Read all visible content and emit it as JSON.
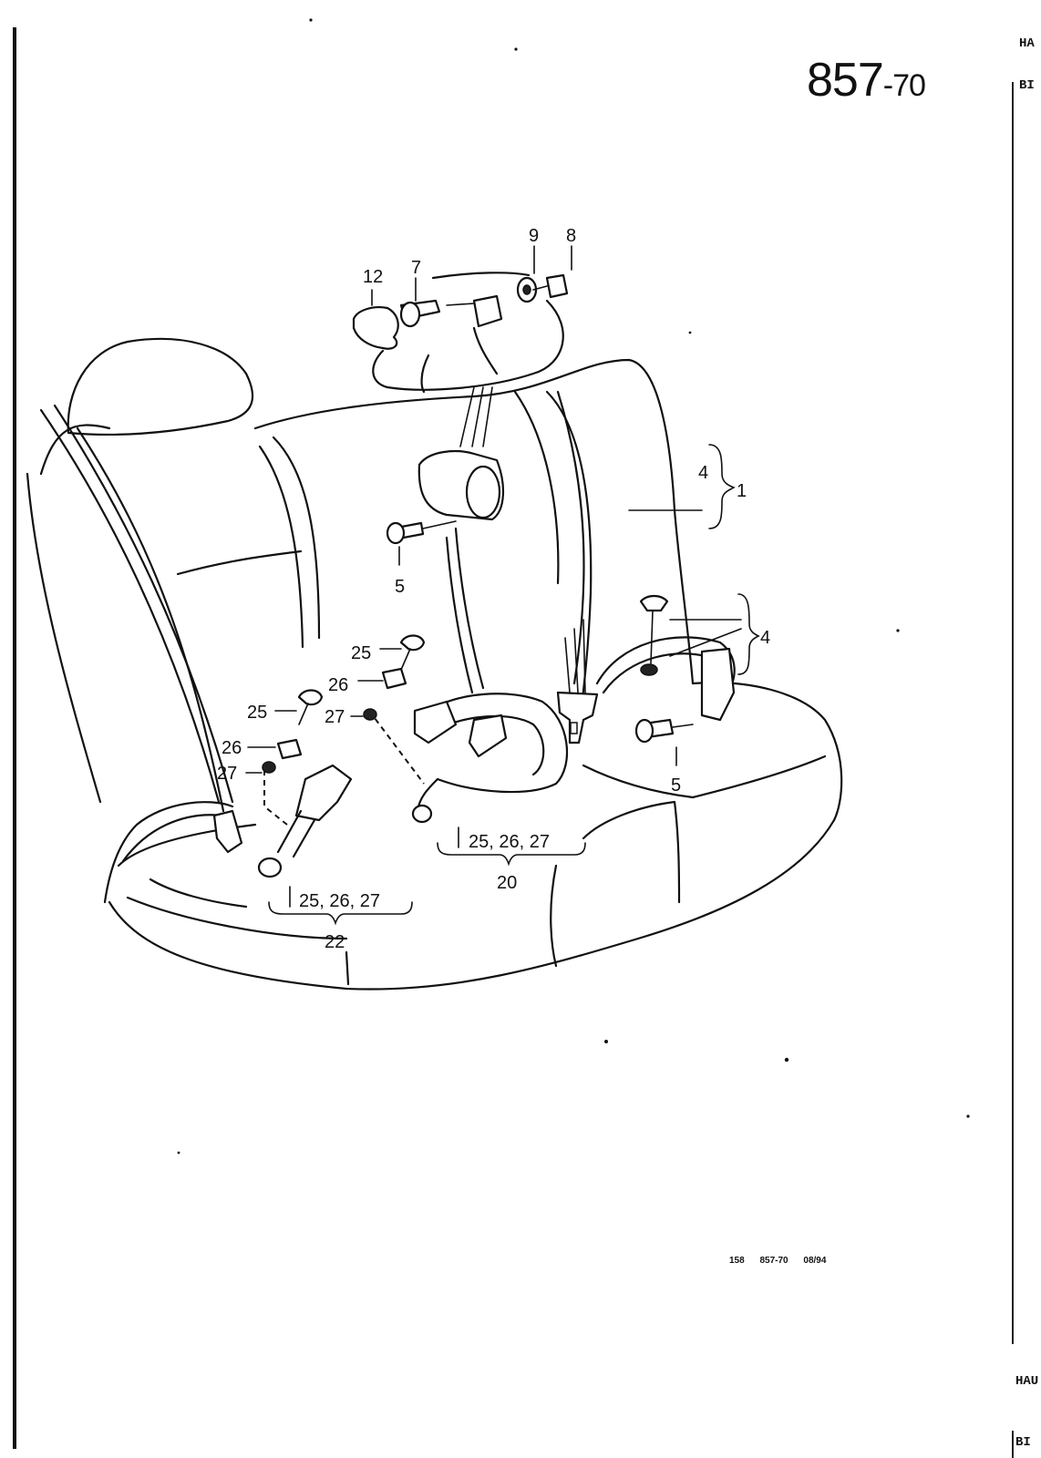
{
  "page_number": {
    "main": "857",
    "suffix": "-70"
  },
  "right_edge": {
    "top1": "HA",
    "top2": "BI",
    "bottom1": "HAU",
    "bottom2": "BI"
  },
  "footer": {
    "code": "158 857-70 08/94"
  },
  "callouts": {
    "c12": "12",
    "c7": "7",
    "c9": "9",
    "c8": "8",
    "c4a": "4",
    "c1": "1",
    "c4b": "4",
    "c5a": "5",
    "c5b": "5",
    "c25a": "25",
    "c26a": "26",
    "c27a": "27",
    "c25b": "25",
    "c26b": "26",
    "c27b": "27",
    "g20": "25, 26, 27",
    "c20": "20",
    "g22": "25, 26, 27",
    "c22": "22"
  }
}
